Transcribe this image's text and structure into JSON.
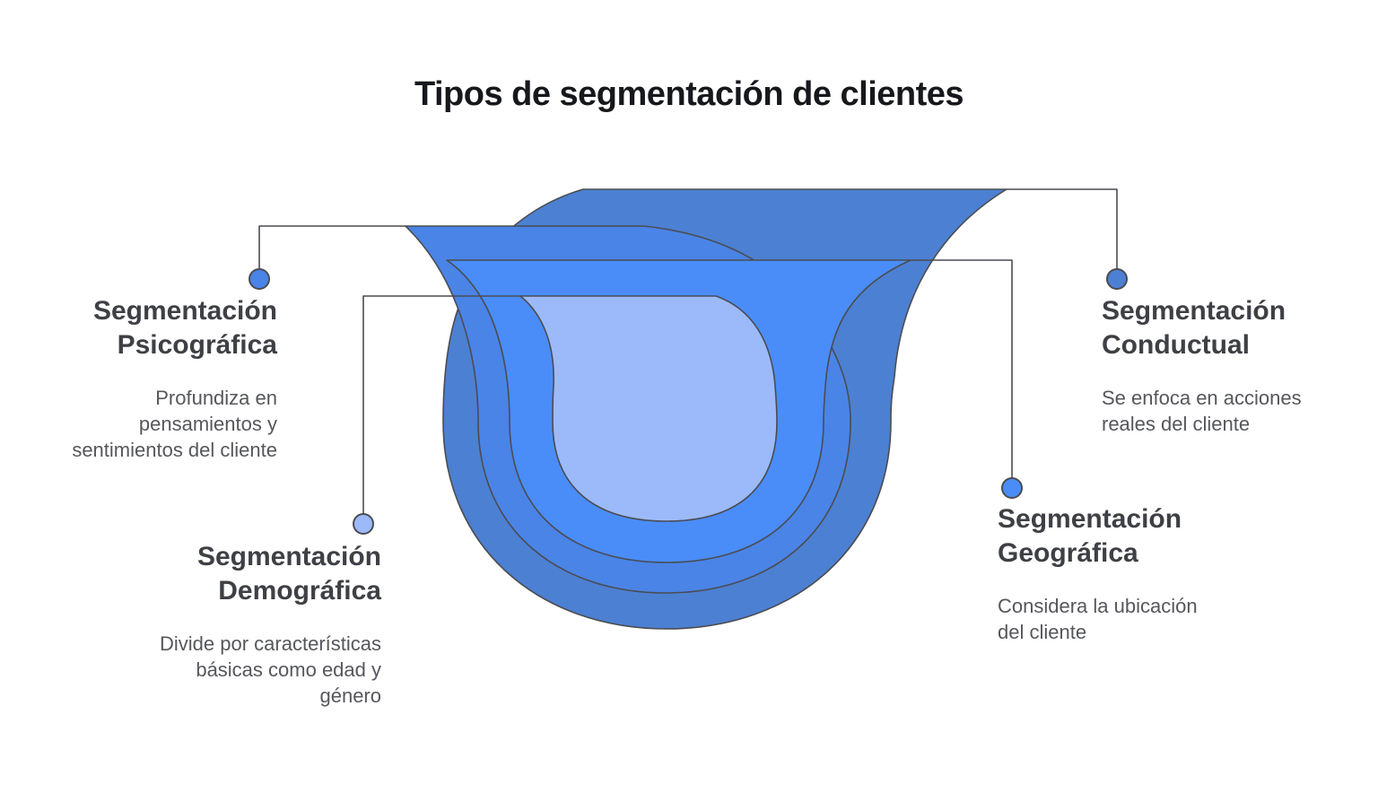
{
  "title": "Tipos de segmentación de clientes",
  "colors": {
    "background": "#ffffff",
    "stroke": "#4b4c52",
    "ring_conductual": "#4c80d2",
    "ring_psicografica": "#4a84e6",
    "ring_geografica": "#4a8df8",
    "ring_demografica": "#9cbafa",
    "title_text": "#17181c",
    "heading_text": "#3f4045",
    "description_text": "#56575c"
  },
  "diagram": {
    "type": "nested-teardrop-rings",
    "ring_order_outer_to_inner": [
      "conductual",
      "psicografica",
      "geografica",
      "demografica"
    ]
  },
  "callouts": [
    {
      "id": "psicografica",
      "title": "Segmentación Psicográfica",
      "description": "Profundiza en pensamientos y sentimientos del cliente",
      "position": "left-top",
      "dot_color": "#4a84e6"
    },
    {
      "id": "demografica",
      "title": "Segmentación Demográfica",
      "description": "Divide por características básicas como edad y género",
      "position": "left-bottom",
      "dot_color": "#9cbafa"
    },
    {
      "id": "conductual",
      "title": "Segmentación Conductual",
      "description": "Se enfoca en acciones reales del cliente",
      "position": "right-top",
      "dot_color": "#4c80d2"
    },
    {
      "id": "geografica",
      "title": "Segmentación Geográfica",
      "description": "Considera la ubicación del cliente",
      "position": "right-bottom",
      "dot_color": "#4a8df8"
    }
  ]
}
